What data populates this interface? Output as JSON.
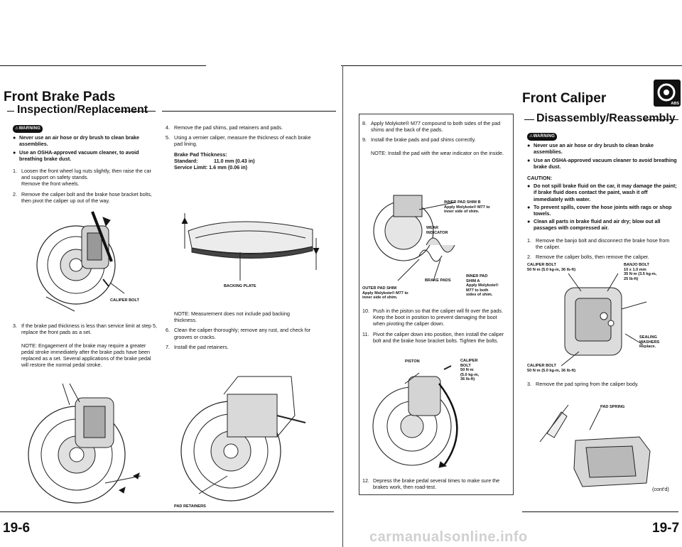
{
  "left": {
    "title": "Front Brake Pads",
    "subtitle": "Inspection/Replacement",
    "warning_badge": "WARNING",
    "warnings": [
      "Never use an air hose or dry brush to clean brake assemblies.",
      "Use an OSHA-approved vacuum cleaner, to avoid breathing brake dust."
    ],
    "steps_col1": [
      {
        "n": "1.",
        "text": "Loosen the front wheel lug nuts slightly, then raise the car and support on safety stands.",
        "extra": "Remove the front wheels."
      },
      {
        "n": "2.",
        "text": "Remove the caliper bolt and the brake hose bracket bolts, then pivot the caliper up out of the way."
      }
    ],
    "caliper_bolt_label": "CALIPER BOLT",
    "step3": {
      "n": "3.",
      "text": "If the brake pad thickness is less than service limit at step 5, replace the front pads as a set.",
      "note": "NOTE: Engagement of the brake may require a greater pedal stroke immediately after the brake pads have been replaced as a set. Several applications of the brake pedal will restore the normal pedal stroke."
    },
    "step4": {
      "n": "4.",
      "text": "Remove the pad shims, pad retainers and pads."
    },
    "step5": {
      "n": "5.",
      "text": "Using a vernier caliper, measure the thickness of each brake pad lining."
    },
    "spec": {
      "heading": "Brake Pad Thickness:",
      "standard_label": "Standard:",
      "standard_value": "11.0 mm (0.43 in)",
      "limit_label": "Service Limit:",
      "limit_value": "1.6 mm (0.06 in)"
    },
    "backing_plate_label": "BACKING PLATE",
    "measure_note": "NOTE: Measurement does not include pad backing thickness.",
    "step6": {
      "n": "6.",
      "text": "Clean the caliper thoroughly; remove any rust, and check for grooves or cracks."
    },
    "step7": {
      "n": "7.",
      "text": "Install the pad retainers."
    },
    "pad_retainers_label": "PAD RETAINERS",
    "page_number": "19-6"
  },
  "right": {
    "step8": {
      "n": "8.",
      "text": "Apply Molykote® M77 compound to both sides of the pad shims and the back of the pads."
    },
    "step9": {
      "n": "9.",
      "text": "Install the brake pads and pad shims correctly.",
      "note": "NOTE: Install the pad with the wear indicator on the inside."
    },
    "labels": {
      "inner_shim_b": "INNER PAD SHIM B",
      "inner_shim_b_desc1": "Apply Molykote® M77 to",
      "inner_shim_b_desc2": "inner side of shim.",
      "wear_indicator1": "WEAR",
      "wear_indicator2": "INDICATOR",
      "brake_pads": "BRAKE PADS",
      "inner_shim_a": "INNER PAD",
      "inner_shim_a2": "SHIM A",
      "inner_shim_a_desc1": "Apply Molykote®",
      "inner_shim_a_desc2": "M77 to both",
      "inner_shim_a_desc3": "sides of shim.",
      "outer_shim": "OUTER PAD SHIM",
      "outer_shim_desc1": "Apply Molykote® M77 to",
      "outer_shim_desc2": "inner side of shim.",
      "piston": "PISTON",
      "caliper_bolt1": "CALIPER",
      "caliper_bolt2": "BOLT",
      "caliper_bolt3": "50 N·m",
      "caliper_bolt4": "(5.0 kg-m,",
      "caliper_bolt5": "36 lb-ft)"
    },
    "step10": {
      "n": "10.",
      "text": "Push in the piston so that the caliper will fit over the pads. Keep the boot in position to prevent damaging the boot when pivoting the caliper down."
    },
    "step11": {
      "n": "11.",
      "text": "Pivot the caliper down into position, then install the caliper bolt and the brake hose bracket bolts. Tighten the bolts."
    },
    "step12": {
      "n": "12.",
      "text": "Depress the brake pedal several times to make sure the brakes work, then road-test."
    },
    "title": "Front Caliper",
    "subtitle": "Disassembly/Reassembly",
    "abs_badge": "ABS",
    "warning_badge": "WARNING",
    "warnings": [
      "Never use an air hose or dry brush to clean brake assemblies.",
      "Use an OSHA-approved vacuum cleaner to avoid breathing brake dust."
    ],
    "caution_heading": "CAUTION:",
    "cautions": [
      "Do not spill brake fluid on the car, it may damage the paint; if brake fluid does contact the paint, wash it off immediately with water.",
      "To prevent spills, cover the hose joints with rags or shop towels.",
      "Clean all parts in brake fluid and air dry; blow out all passages with compressed air."
    ],
    "steps_caliper": [
      {
        "n": "1.",
        "text": "Remove the banjo bolt and disconnect the brake hose from the caliper."
      },
      {
        "n": "2.",
        "text": "Remove the caliper bolts, then remove the caliper."
      }
    ],
    "diagram_labels": {
      "caliper_bolt_top1": "CALIPER BOLT",
      "caliper_bolt_top2": "50 N·m (5.0 kg-m, 36 lb-ft)",
      "banjo1": "BANJO BOLT",
      "banjo2": "10 x 1.0 mm",
      "banjo3": "35 N·m (3.5 kg-m,",
      "banjo4": "25 lb-ft)",
      "sealing1": "SEALING",
      "sealing2": "WASHERS",
      "sealing3": "Replace.",
      "caliper_bolt_bot1": "CALIPER BOLT",
      "caliper_bolt_bot2": "50 N·m (5.0 kg-m, 36 lb-ft)"
    },
    "step3": {
      "n": "3.",
      "text": "Remove the pad spring from the caliper body."
    },
    "pad_spring_label": "PAD SPRING",
    "contd": "(cont'd)",
    "page_number": "19-7"
  },
  "watermark": "carmanualsonline.info"
}
